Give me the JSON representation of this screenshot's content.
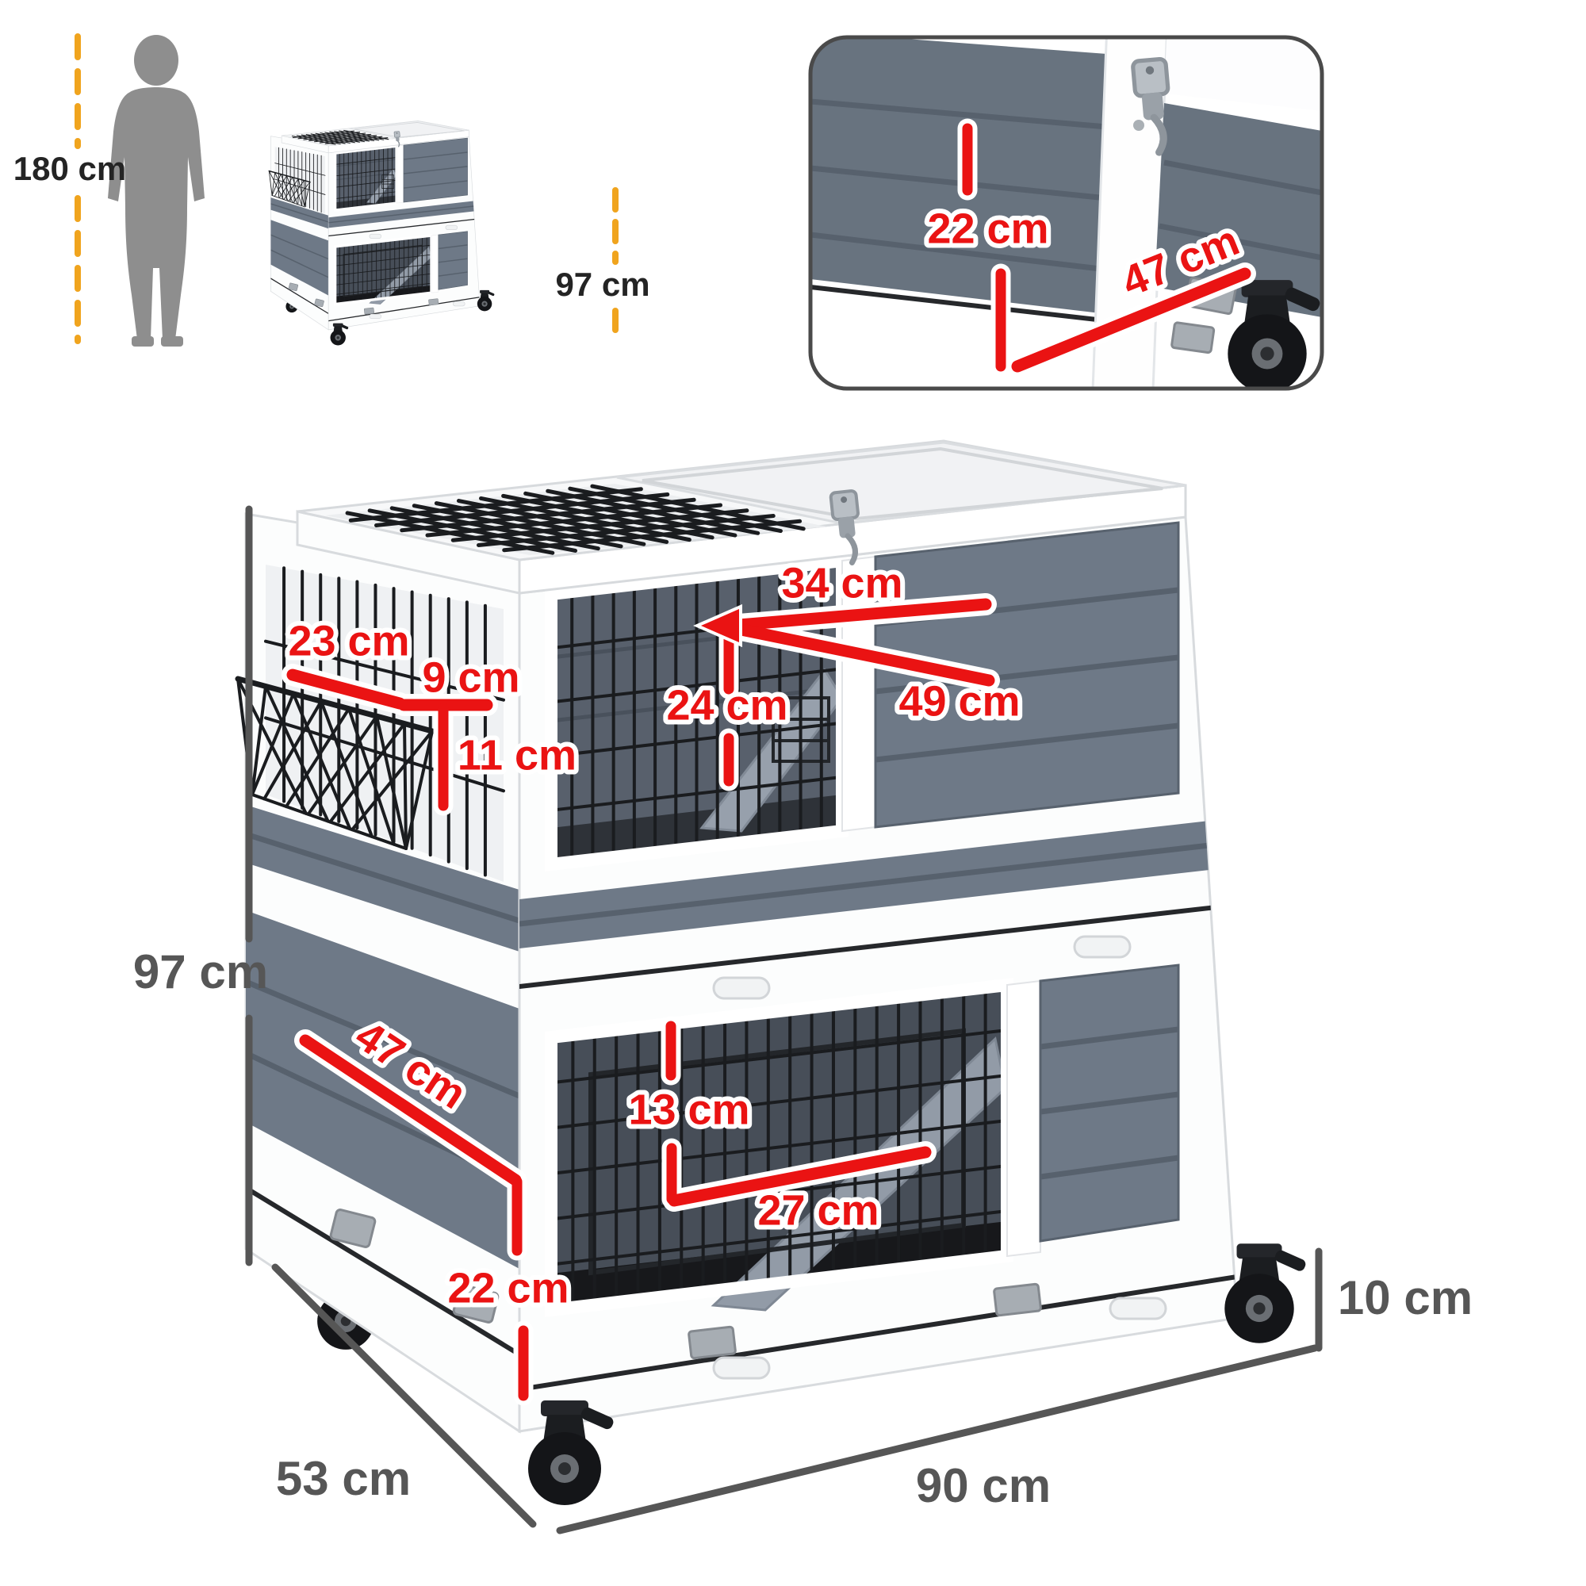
{
  "scale_reference": {
    "human_height_label": "180 cm",
    "product_height_label": "97 cm"
  },
  "detail_view": {
    "back_door_height_label": "22 cm",
    "back_door_width_label": "47 cm"
  },
  "main_view": {
    "top_opening_width_label": "34 cm",
    "hay_rack_width_label": "23 cm",
    "hay_rack_opening_label": "9 cm",
    "hay_rack_depth_label": "11 cm",
    "upper_door_height_label": "24 cm",
    "upper_ramp_length_label": "49 cm",
    "overall_height_label": "97 cm",
    "middle_door_width_label": "47 cm",
    "front_panel_height_label": "22 cm",
    "lower_door_height_label": "13 cm",
    "lower_door_width_label": "27 cm",
    "ground_clearance_label": "10 cm",
    "overall_depth_label": "53 cm",
    "overall_width_label": "90 cm"
  },
  "colors": {
    "annotation_red": "#ea1313",
    "dimension_gray": "#565656",
    "accent_yellow": "#f0a41e",
    "panel_gray": "#6e7987",
    "mesh_black": "#1a1c1f"
  }
}
